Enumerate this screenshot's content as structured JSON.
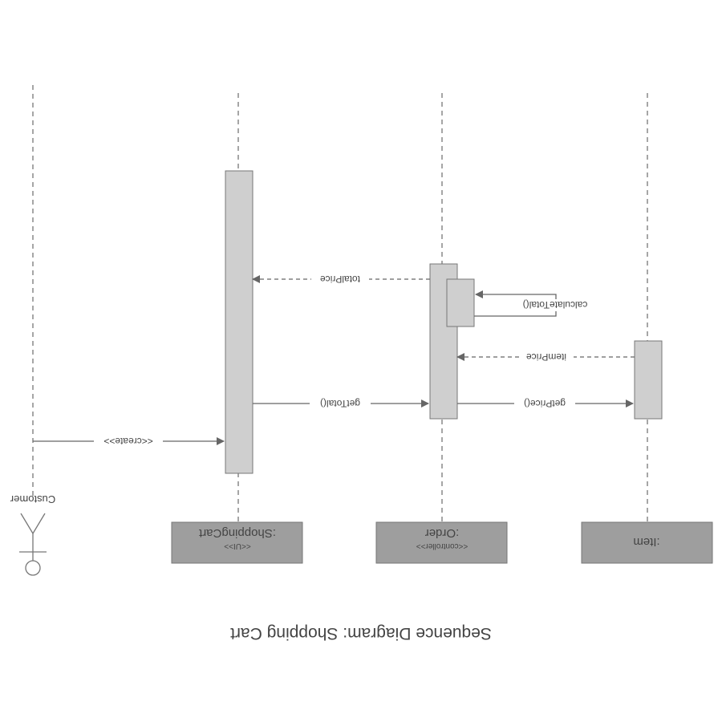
{
  "title": "Sequence Diagram: Shopping Cart",
  "actor": {
    "name": "Customer"
  },
  "objects": [
    {
      "id": "cart",
      "stereotype": "<<UI>>",
      "name": ":ShoppingCart"
    },
    {
      "id": "order",
      "stereotype": "<<controller>>",
      "name": ":Order"
    },
    {
      "id": "item",
      "stereotype": "",
      "name": ":Item"
    }
  ],
  "messages": [
    {
      "id": "create",
      "label": "<<create>>",
      "from": "Customer",
      "to": ":ShoppingCart",
      "kind": "call"
    },
    {
      "id": "getTotal",
      "label": "getTotal()",
      "from": ":ShoppingCart",
      "to": ":Order",
      "kind": "call"
    },
    {
      "id": "getPrice",
      "label": "getPrice()",
      "from": ":Order",
      "to": ":Item",
      "kind": "call"
    },
    {
      "id": "itemPrice",
      "label": "itemPrice",
      "from": ":Item",
      "to": ":Order",
      "kind": "return"
    },
    {
      "id": "calculateTotal",
      "label": "calculateTotal()",
      "from": ":Order",
      "to": ":Order",
      "kind": "self-call"
    },
    {
      "id": "totalPrice",
      "label": "totalPrice",
      "from": ":Order",
      "to": ":ShoppingCart",
      "kind": "return"
    }
  ],
  "orientation": "mirrored-upside-down",
  "colors": {
    "line": "#666666",
    "activation_fill": "#cfcfcf",
    "object_fill": "#9e9e9e",
    "arrow": "#666666",
    "text": "#444444"
  }
}
